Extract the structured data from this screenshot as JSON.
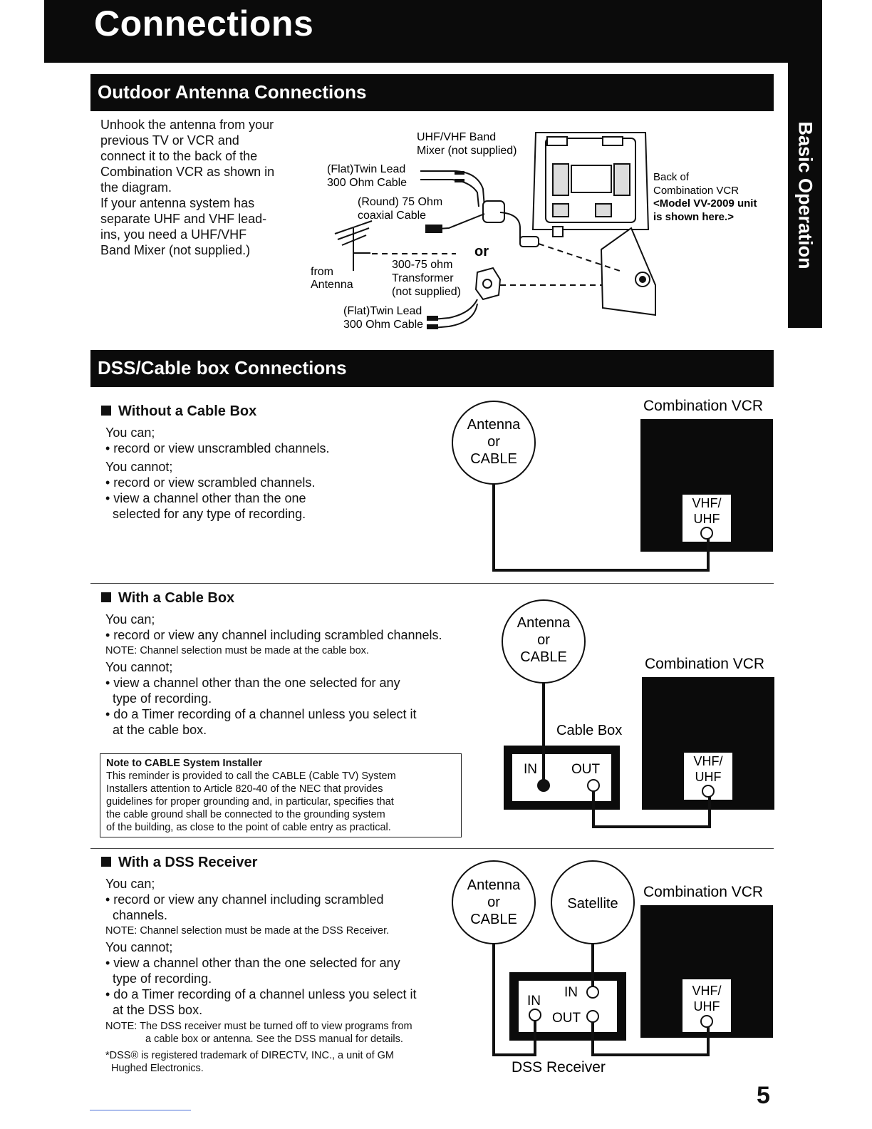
{
  "title": "Connections",
  "side_tab": "Basic Operation",
  "page_number": "5",
  "outdoor": {
    "heading": "Outdoor Antenna Connections",
    "text_lines": [
      "Unhook the antenna from your",
      "previous TV or VCR and",
      "connect it to the back of the",
      "Combination VCR as shown in",
      "the diagram.",
      "If your antenna system has",
      "separate UHF and VHF lead-",
      "ins, you need a UHF/VHF",
      "Band Mixer (not supplied.)"
    ],
    "diagram": {
      "mixer_line1": "UHF/VHF Band",
      "mixer_line2": "Mixer (not supplied)",
      "flat_lead_line1": "(Flat)Twin Lead",
      "flat_lead_line2": "300 Ohm Cable",
      "round_line1": "(Round) 75 Ohm",
      "round_line2": "coaxial Cable",
      "or": "or",
      "from": "from",
      "antenna": "Antenna",
      "transformer_line1": "300-75 ohm",
      "transformer_line2": "Transformer",
      "transformer_line3": "(not supplied)",
      "flat_lead2_line1": "(Flat)Twin Lead",
      "flat_lead2_line2": "300 Ohm Cable",
      "back_line1": "Back of",
      "back_line2": "Combination VCR",
      "model_line1": "<Model VV-2009 unit",
      "model_line2": "is shown here.>"
    }
  },
  "dss_cable": {
    "heading": "DSS/Cable box Connections",
    "without": {
      "heading": "Without a Cable Box",
      "you_can": "You can;",
      "can_items": [
        "• record or view unscrambled channels."
      ],
      "you_cannot": "You cannot;",
      "cannot_lines": [
        "• record or view scrambled channels.",
        "• view a channel other than the one",
        "  selected for any type of recording."
      ]
    },
    "with_cable": {
      "heading": "With a Cable Box",
      "you_can": "You can;",
      "can_items": [
        "• record or view any channel including scrambled channels."
      ],
      "note": "NOTE: Channel selection must be made at the cable box.",
      "you_cannot": "You cannot;",
      "cannot_lines": [
        "• view a channel other than the one selected for any",
        "  type of recording.",
        "• do a Timer recording of a channel unless you select it",
        "  at the cable box."
      ]
    },
    "installer": {
      "title": "Note to CABLE System Installer",
      "lines": [
        "This reminder is provided to call the CABLE (Cable TV) System",
        "Installers attention to Article 820-40 of the NEC that provides",
        "guidelines for proper grounding and, in particular, specifies that",
        "the cable ground shall be connected to the grounding system",
        "of the building, as close to the point of cable entry as practical."
      ]
    },
    "with_dss": {
      "heading": "With a DSS Receiver",
      "you_can": "You can;",
      "can_lines": [
        "• record or view any channel including scrambled",
        "  channels."
      ],
      "note": "NOTE: Channel selection must be made at the DSS Receiver.",
      "you_cannot": "You cannot;",
      "cannot_lines": [
        "• view a channel other than the one selected for any",
        "  type of recording.",
        "• do a Timer recording of a channel unless you select it",
        "  at the DSS box."
      ],
      "note2_line1": "NOTE: The DSS receiver must be turned off to view programs from",
      "note2_line2": "a cable box or antenna. See the DSS manual for details.",
      "trademark_line1": "*DSS® is registered trademark of DIRECTV, INC., a unit of GM",
      "trademark_line2": "Hughed Electronics."
    },
    "diagram_labels": {
      "antenna": "Antenna",
      "or": "or",
      "cable": "CABLE",
      "combination_vcr": "Combination VCR",
      "vhf": "VHF/",
      "uhf": "UHF",
      "cable_box": "Cable Box",
      "in": "IN",
      "out": "OUT",
      "satellite": "Satellite",
      "dss_receiver": "DSS Receiver"
    }
  }
}
